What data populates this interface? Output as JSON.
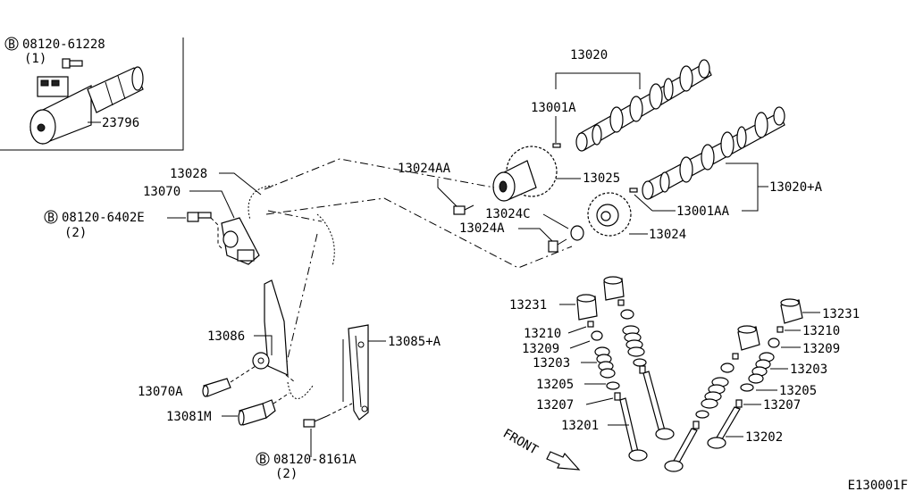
{
  "diagram_code": "E130001F",
  "front_label": "FRONT",
  "circle_letter": "B",
  "labels": {
    "bolt_top": "08120-61228",
    "bolt_top_qty": "(1)",
    "solenoid": "23796",
    "camshaft": "13020",
    "dowel_1": "13001A",
    "bolt_13024AA": "13024AA",
    "sprocket_13025": "13025",
    "camshaft_b": "13020+A",
    "washer_c": "13024C",
    "bolt_13024A": "13024A",
    "dowel_2": "13001AA",
    "sprocket_13024": "13024",
    "chain_13028": "13028",
    "tensioner_13070": "13070",
    "bolt_mid": "08120-6402E",
    "bolt_mid_qty": "(2)",
    "guide_13086": "13086",
    "guide_13085": "13085+A",
    "pin_13070A": "13070A",
    "tensioner_13081M": "13081M",
    "bolt_bottom": "08120-8161A",
    "bolt_bottom_qty": "(2)",
    "lifter_left": "13231",
    "keeper_left": "13210",
    "retainer_left": "13209",
    "spring_left": "13203",
    "seat_left": "13205",
    "seal_left": "13207",
    "valve_intake": "13201",
    "lifter_right": "13231",
    "keeper_right": "13210",
    "retainer_right": "13209",
    "spring_right": "13203",
    "seat_right": "13205",
    "seal_right": "13207",
    "valve_exhaust": "13202"
  },
  "icons": {
    "circle_b": "circled-letter-b-icon",
    "front_arrow": "front-direction-arrow-icon"
  }
}
